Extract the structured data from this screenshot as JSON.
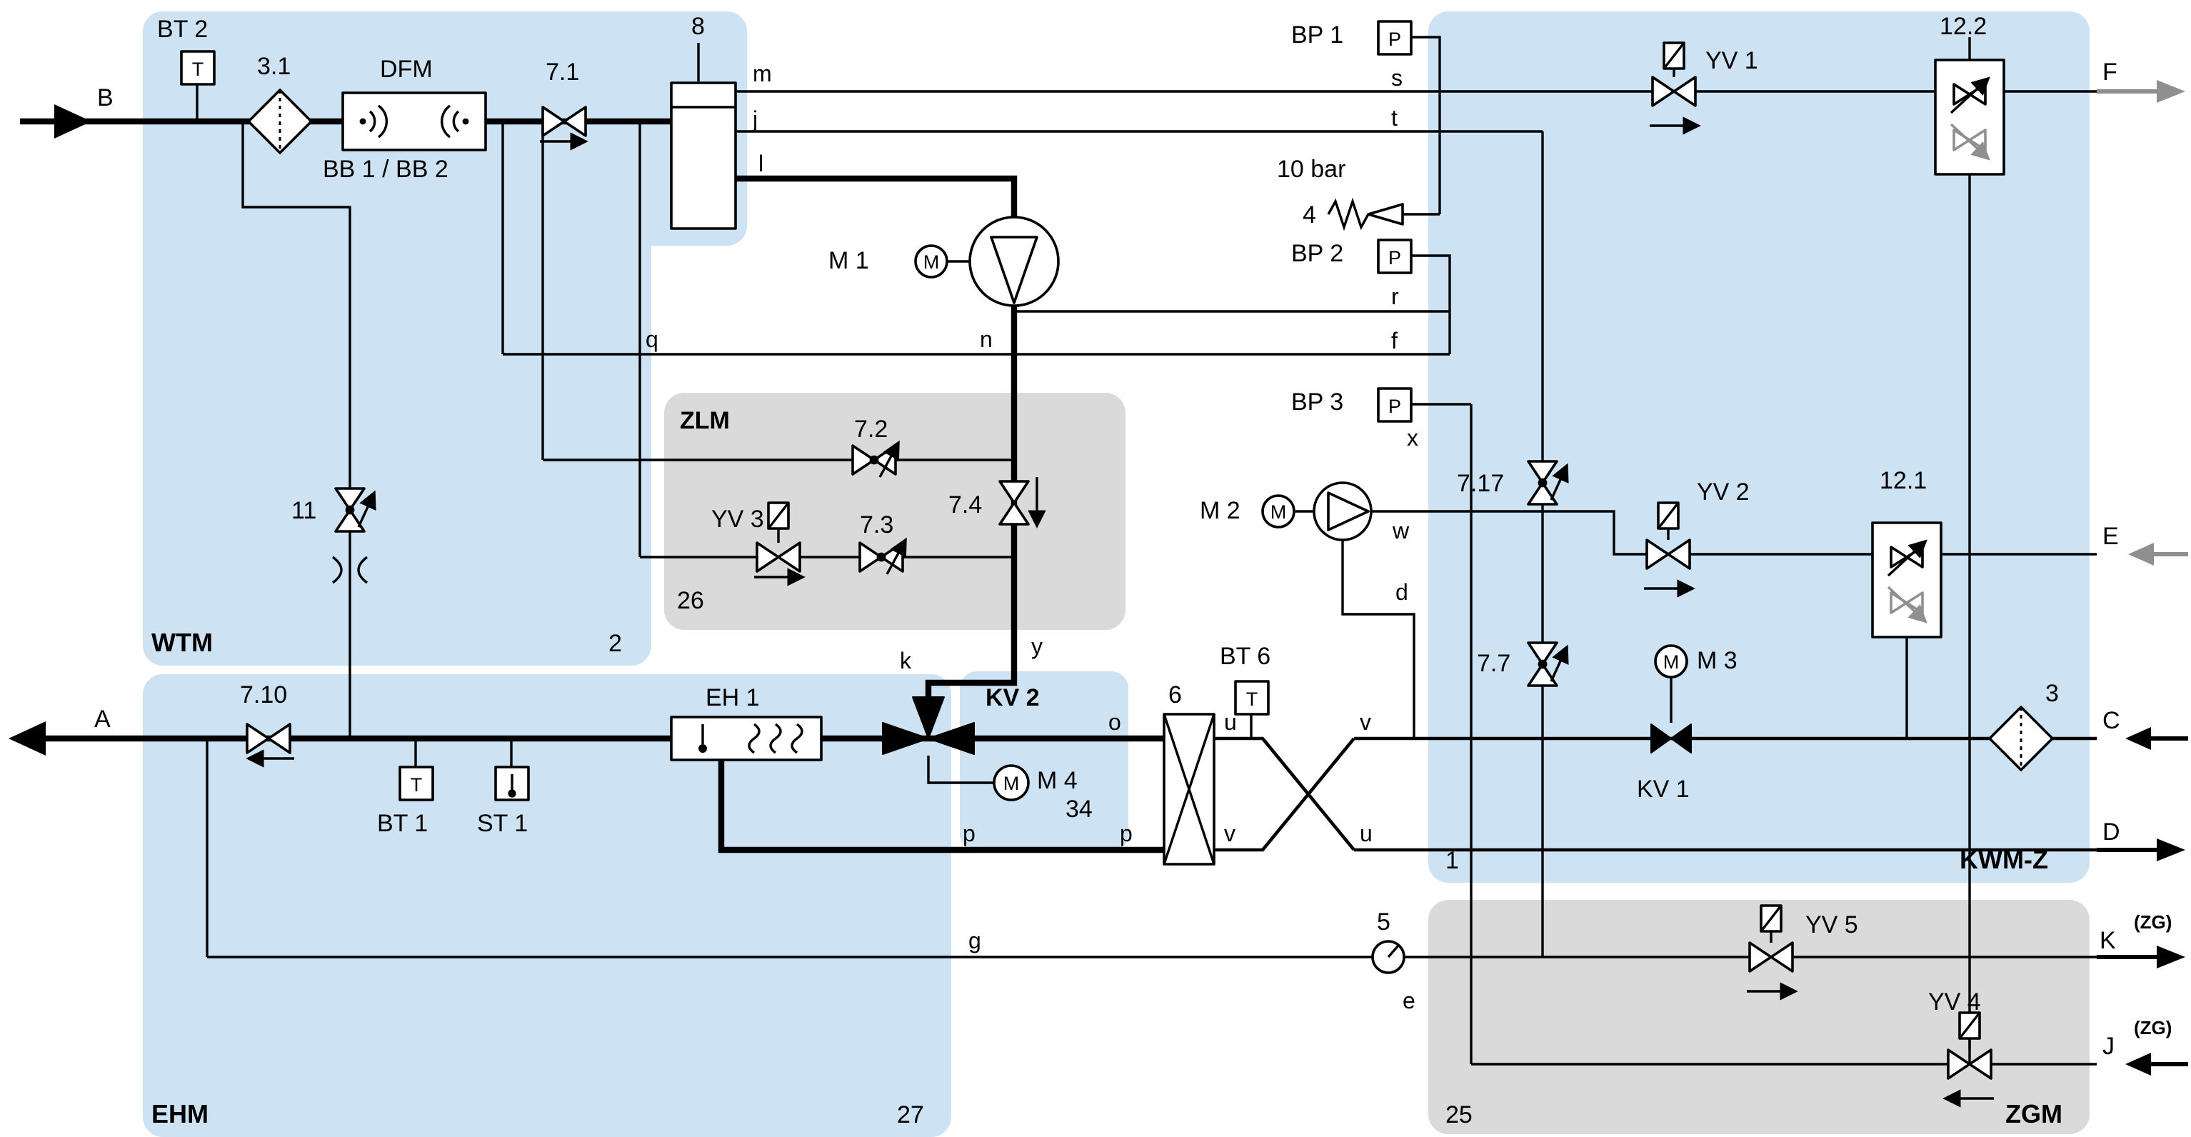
{
  "colors": {
    "region_blue": "#cde2f2",
    "region_gray": "#dadada",
    "gray_flow": "#8f8f8f"
  },
  "regions": {
    "wtm": {
      "name": "WTM",
      "id": "2"
    },
    "zlm": {
      "name": "ZLM",
      "id": "26"
    },
    "ehm": {
      "name": "EHM",
      "id": "27"
    },
    "kv2": {
      "name": "KV 2"
    },
    "kwmz": {
      "name": "KWM-Z",
      "id": "1"
    },
    "zgm": {
      "name": "ZGM",
      "id": "25"
    }
  },
  "ports": {
    "a": "A",
    "b": "B",
    "c": "C",
    "d": "D",
    "e": "E",
    "f": "F",
    "j": "J",
    "k": "K",
    "zg": "(ZG)"
  },
  "components": {
    "bt1": "BT 1",
    "bt2": "BT 2",
    "bt6": "BT 6",
    "st1": "ST 1",
    "bp1": "BP 1",
    "bp2": "BP 2",
    "bp3": "BP 3",
    "t": "T",
    "p": "P",
    "m": "M",
    "filter31": "3.1",
    "filter3": "3",
    "dfm": "DFM",
    "bb": "BB 1 / BB 2",
    "v71": "7.1",
    "v72": "7.2",
    "v73": "7.3",
    "v74": "7.4",
    "v77": "7.7",
    "v710": "7.10",
    "v717": "7.17",
    "v11": "11",
    "tank": "8",
    "yv1": "YV 1",
    "yv2": "YV 2",
    "yv3": "YV 3",
    "yv4": "YV 4",
    "yv5": "YV 5",
    "cv121": "12.1",
    "cv122": "12.2",
    "m1": "M 1",
    "m2": "M 2",
    "m3": "M 3",
    "m4": "M 4",
    "m4_id": "34",
    "kv1": "KV 1",
    "eh1": "EH 1",
    "hx": "6",
    "relief_setting": "10 bar",
    "relief": "4",
    "gauge": "5"
  },
  "lines": {
    "m": "m",
    "j": "j",
    "l": "l",
    "q": "q",
    "n": "n",
    "s": "s",
    "t": "t",
    "r": "r",
    "f": "f",
    "x": "x",
    "w": "w",
    "d": "d",
    "e": "e",
    "g": "g",
    "k": "k",
    "y": "y",
    "o": "o",
    "u": "u",
    "v": "v",
    "p": "p"
  }
}
